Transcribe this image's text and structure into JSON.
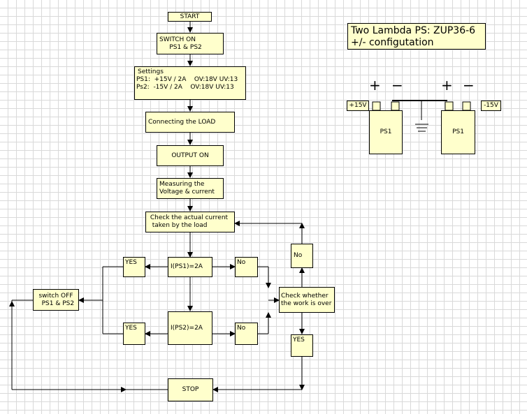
{
  "flow": {
    "start": "START",
    "switch_on": "SWITCH ON\n     PS1 & PS2",
    "settings_title": "Settings",
    "settings_ps1": "PS1:  +15V / 2A    OV:18V UV:13",
    "settings_ps2": "Ps2:  -15V / 2A    OV:18V UV:13",
    "connect_load": "Connecting the LOAD",
    "output_on": "OUTPUT ON",
    "measure": "Measuring the\nVoltage & current",
    "check_current": " Check the actual current\n  taken by the load",
    "cond_ps1": "I(PS1)=2A",
    "cond_ps2": "I(PS2)=2A",
    "yes1": "YES",
    "yes2": "YES",
    "no1": "No",
    "no2": "No",
    "no_loop": "No",
    "switch_off": "switch OFF\n  PS1 & PS2",
    "check_over": "Check whether\nthe work is over",
    "yes_over": "YES",
    "stop": "STOP"
  },
  "config": {
    "title_line1": "Two Lambda PS: ZUP36-6",
    "title_line2": "+/- configutation",
    "plus1": "+",
    "minus1": "−",
    "plus2": "+",
    "minus2": "−",
    "v_pos": "+15V",
    "v_neg": "-15V",
    "ps_left": "PS1",
    "ps_right": "PS1"
  }
}
